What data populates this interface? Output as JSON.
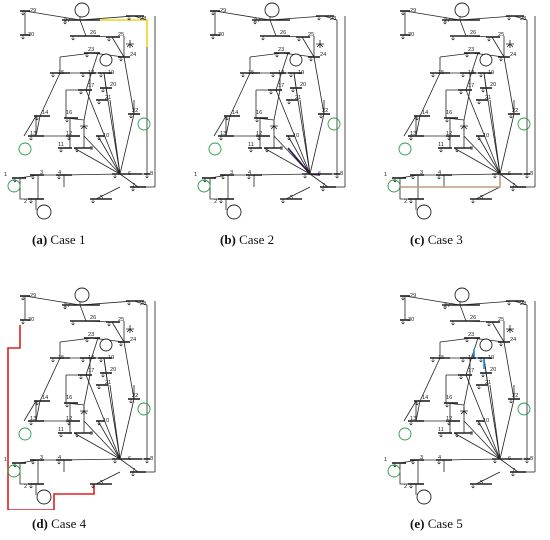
{
  "figure": {
    "panels": [
      {
        "letter": "(a)",
        "title": "Case 1",
        "highlight_color": "#f2d21b"
      },
      {
        "letter": "(b)",
        "title": "Case 2",
        "highlight_color": "#2b0f45"
      },
      {
        "letter": "(c)",
        "title": "Case 3",
        "highlight_color": "#c49a80"
      },
      {
        "letter": "(d)",
        "title": "Case 4",
        "highlight_color": "#e02020"
      },
      {
        "letter": "(e)",
        "title": "Case 5",
        "highlight_color": "#1e90e0"
      }
    ],
    "bus_numbers": [
      "1",
      "2",
      "3",
      "4",
      "5",
      "6",
      "7",
      "8",
      "9",
      "10",
      "11",
      "12",
      "13",
      "14",
      "15",
      "16",
      "17",
      "18",
      "19",
      "20",
      "21",
      "22",
      "23",
      "24",
      "25",
      "26",
      "27",
      "28",
      "29",
      "30"
    ],
    "colors": {
      "line": "#222222",
      "generator_ring": "#2a9a4a",
      "background": "#ffffff"
    }
  }
}
